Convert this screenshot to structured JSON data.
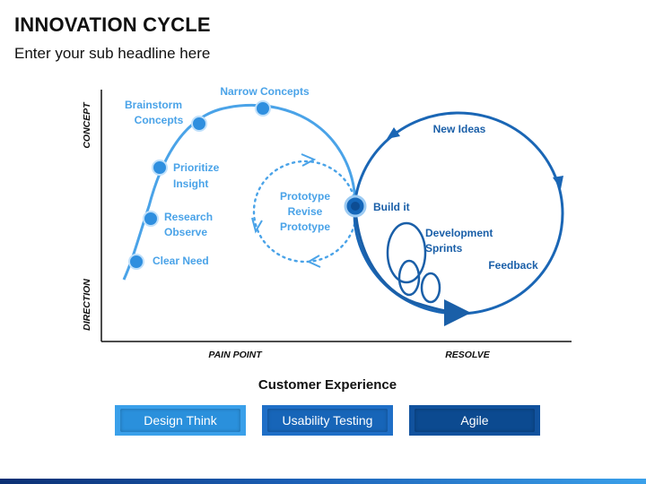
{
  "title": "INNOVATION CYCLE",
  "subtitle": "Enter your sub headline here",
  "axes": {
    "y_top": "CONCEPT",
    "y_bottom": "DIRECTION",
    "x_left": "PAIN POINT",
    "x_right": "RESOLVE"
  },
  "stages": {
    "clear_need": "Clear Need",
    "research": [
      "Research",
      "Observe"
    ],
    "prioritize": [
      "Prioritize",
      "Insight"
    ],
    "brainstorm": [
      "Brainstorm",
      "Concepts"
    ],
    "narrow": "Narrow Concepts",
    "prototype": [
      "Prototype",
      "Revise",
      "Prototype"
    ],
    "build_it": "Build it",
    "new_ideas": "New Ideas",
    "development": [
      "Development",
      "Sprints"
    ],
    "feedback": "Feedback"
  },
  "section_title": "Customer Experience",
  "buttons": {
    "design_think": "Design Think",
    "usability_testing": "Usability Testing",
    "agile": "Agile"
  },
  "colors": {
    "light_blue": "#4aa3e8",
    "mid_blue": "#1f6fc7",
    "dark_blue": "#1a5fa8"
  }
}
